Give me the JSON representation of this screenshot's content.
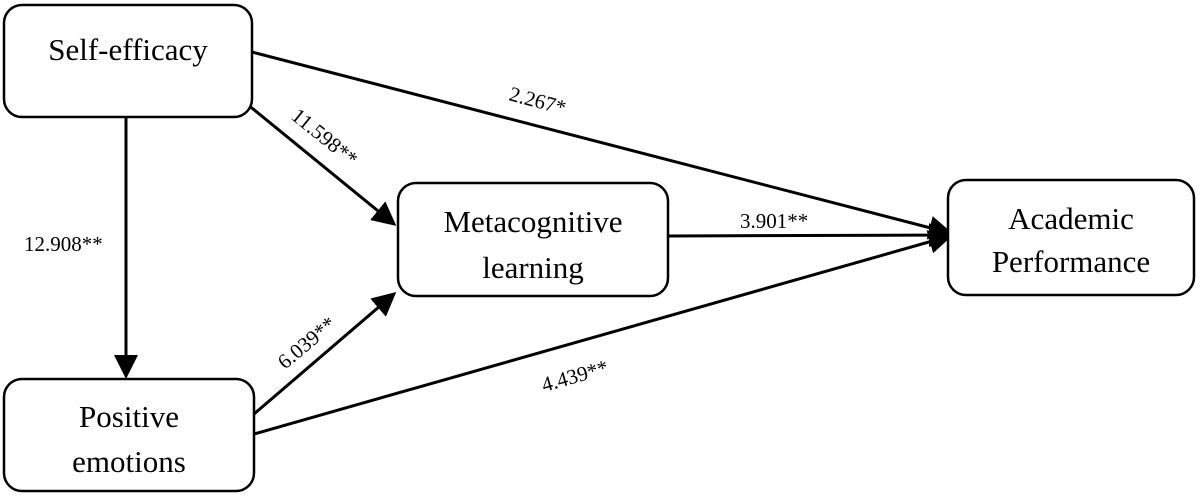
{
  "nodes": {
    "self_efficacy": {
      "lines": [
        "Self-efficacy"
      ]
    },
    "positive_emotions": {
      "lines": [
        "Positive",
        "emotions"
      ]
    },
    "metacognitive_learning": {
      "lines": [
        "Metacognitive",
        "learning"
      ]
    },
    "academic_performance": {
      "lines": [
        "Academic",
        "Performance"
      ]
    }
  },
  "edges": {
    "se_to_pe": {
      "from": "Self-efficacy",
      "to": "Positive emotions",
      "label": "12.908**"
    },
    "se_to_ml": {
      "from": "Self-efficacy",
      "to": "Metacognitive learning",
      "label": "11.598**"
    },
    "se_to_ap": {
      "from": "Self-efficacy",
      "to": "Academic Performance",
      "label": "2.267*"
    },
    "pe_to_ml": {
      "from": "Positive emotions",
      "to": "Metacognitive learning",
      "label": "6.039**"
    },
    "pe_to_ap": {
      "from": "Positive emotions",
      "to": "Academic Performance",
      "label": "4.439**"
    },
    "ml_to_ap": {
      "from": "Metacognitive learning",
      "to": "Academic Performance",
      "label": "3.901**"
    }
  }
}
